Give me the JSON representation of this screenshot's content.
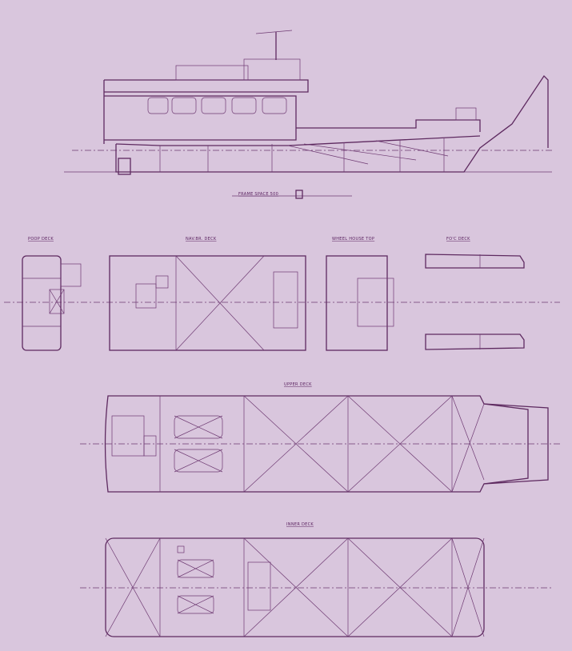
{
  "drawing": {
    "profile_note": "FRAME SPACE 500",
    "labels": {
      "poop_deck": "POOP DECK",
      "nav_bridge_deck": "NAV.BR. DECK",
      "wheelhouse_top": "WHEEL HOUSE TOP",
      "foc_deck": "FO'C DECK",
      "upper_deck": "UPPER DECK",
      "inner_deck": "INNER DECK"
    },
    "colors": {
      "paper": "#d9c6dd",
      "ink": "#5e2a60"
    }
  }
}
